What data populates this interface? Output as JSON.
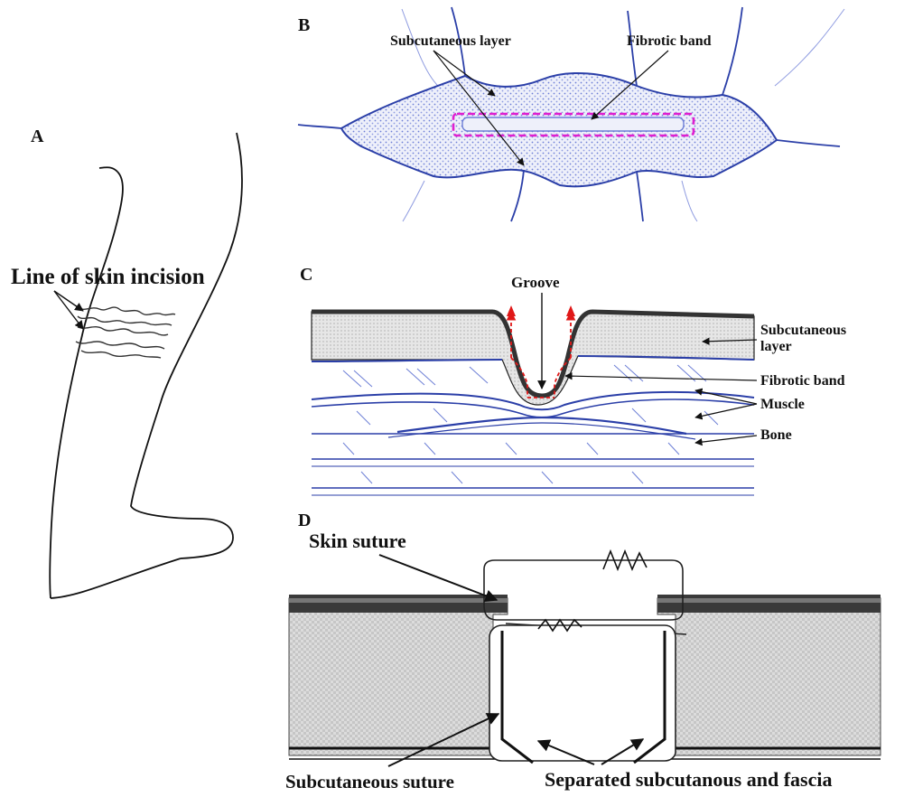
{
  "panels": {
    "a": {
      "letter": "A",
      "label": "Line of skin incision"
    },
    "b": {
      "letter": "B",
      "label_subcutaneous": "Subcutaneous layer",
      "label_fibrotic": "Fibrotic band"
    },
    "c": {
      "letter": "C",
      "label_groove": "Groove",
      "label_subcutaneous_line1": "Subcutaneous",
      "label_subcutaneous_line2": "layer",
      "label_fibrotic": "Fibrotic band",
      "label_muscle": "Muscle",
      "label_bone": "Bone"
    },
    "d": {
      "letter": "D",
      "label_skin_suture": "Skin suture",
      "label_subcutaneous_suture": "Subcutaneous suture",
      "label_separated": "Separated subcutanous and fascia"
    }
  },
  "colors": {
    "ink": "#111111",
    "blue_line": "#2b3fa8",
    "blue_hatch": "#6d7fd6",
    "magenta_box": "#e020d0",
    "red_arrow": "#e01818",
    "gray_tissue": "#d4d4d4"
  }
}
